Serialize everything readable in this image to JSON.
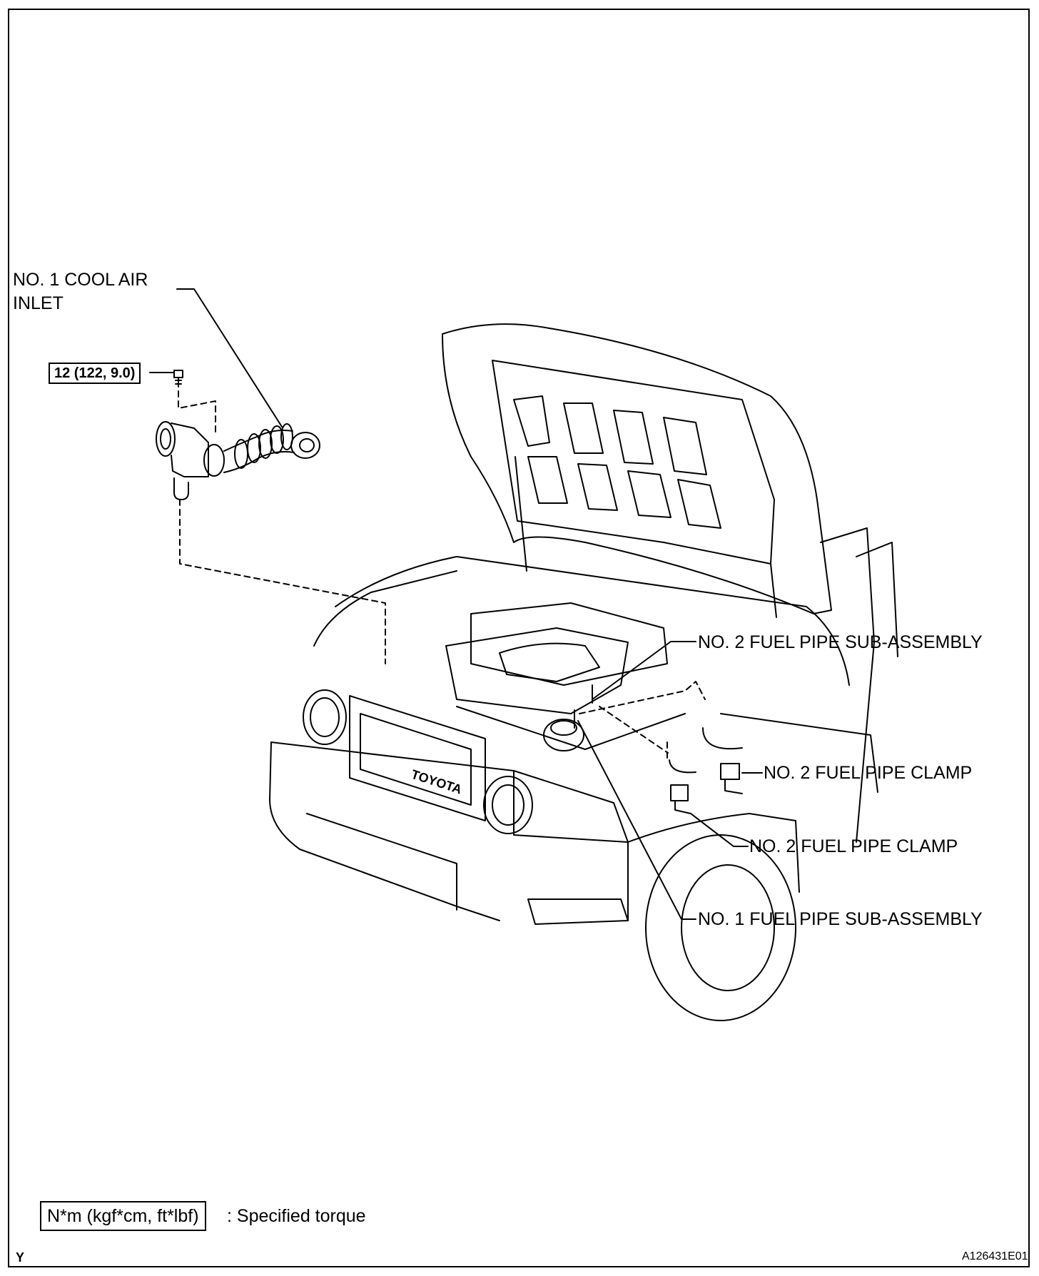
{
  "callouts": {
    "cool_air_inlet_line1": "NO. 1 COOL AIR",
    "cool_air_inlet_line2": "INLET",
    "no2_fuel_pipe_sub_assembly": "NO. 2 FUEL PIPE SUB-ASSEMBLY",
    "no2_fuel_pipe_clamp_upper": "NO. 2 FUEL PIPE CLAMP",
    "no2_fuel_pipe_clamp_lower": "NO. 2 FUEL PIPE CLAMP",
    "no1_fuel_pipe_sub_assembly": "NO. 1 FUEL PIPE SUB-ASSEMBLY"
  },
  "torque_spec": "12 (122, 9.0)",
  "legend": {
    "box_text": "N*m (kgf*cm, ft*lbf)",
    "description": ": Specified torque"
  },
  "footer": {
    "left_code": "Y",
    "figure_id": "A126431E01"
  },
  "grille_badge": "TOYOTA"
}
